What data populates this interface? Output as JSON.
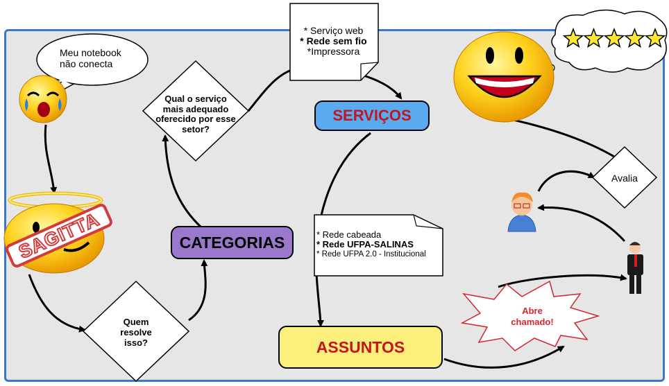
{
  "speech_bubble": {
    "line1": "Meu notebook",
    "line2": "não conecta"
  },
  "sagitta_label": "SAGITTA",
  "question_who": {
    "line1": "Quem",
    "line2": "resolve",
    "line3": "isso?"
  },
  "categorias_label": "CATEGORIAS",
  "question_service": {
    "line1": "Qual o serviço",
    "line2": "mais adequado",
    "line3": "oferecido por esse",
    "line4": "setor?"
  },
  "note_services": {
    "line1": "* Serviço web",
    "line2": "* Rede sem fio",
    "line3": "*Impressora"
  },
  "servicos_label": "SERVIÇOS",
  "note_subjects": {
    "line1": "* Rede cabeada",
    "line2": "* Rede UFPA-SALINAS",
    "line3": "* Rede UFPA 2.0 - Institucional"
  },
  "assuntos_label": "ASSUNTOS",
  "abre_chamado": {
    "line1": "Abre",
    "line2": "chamado!"
  },
  "avalia_label": "Avalia",
  "rating": {
    "stars": 5,
    "max": 5
  },
  "colors": {
    "panel_bg": "#e6e6e6",
    "panel_border": "#3a78c8",
    "categorias_fill": "#9a78cc",
    "servicos_fill": "#5aaaf0",
    "servicos_text": "#c0161c",
    "assuntos_fill": "#fbef7c",
    "assuntos_text": "#c0161c",
    "sagitta_red": "#d33b3b",
    "chamado_text": "#d0272e",
    "star_fill": "#ffe833"
  }
}
